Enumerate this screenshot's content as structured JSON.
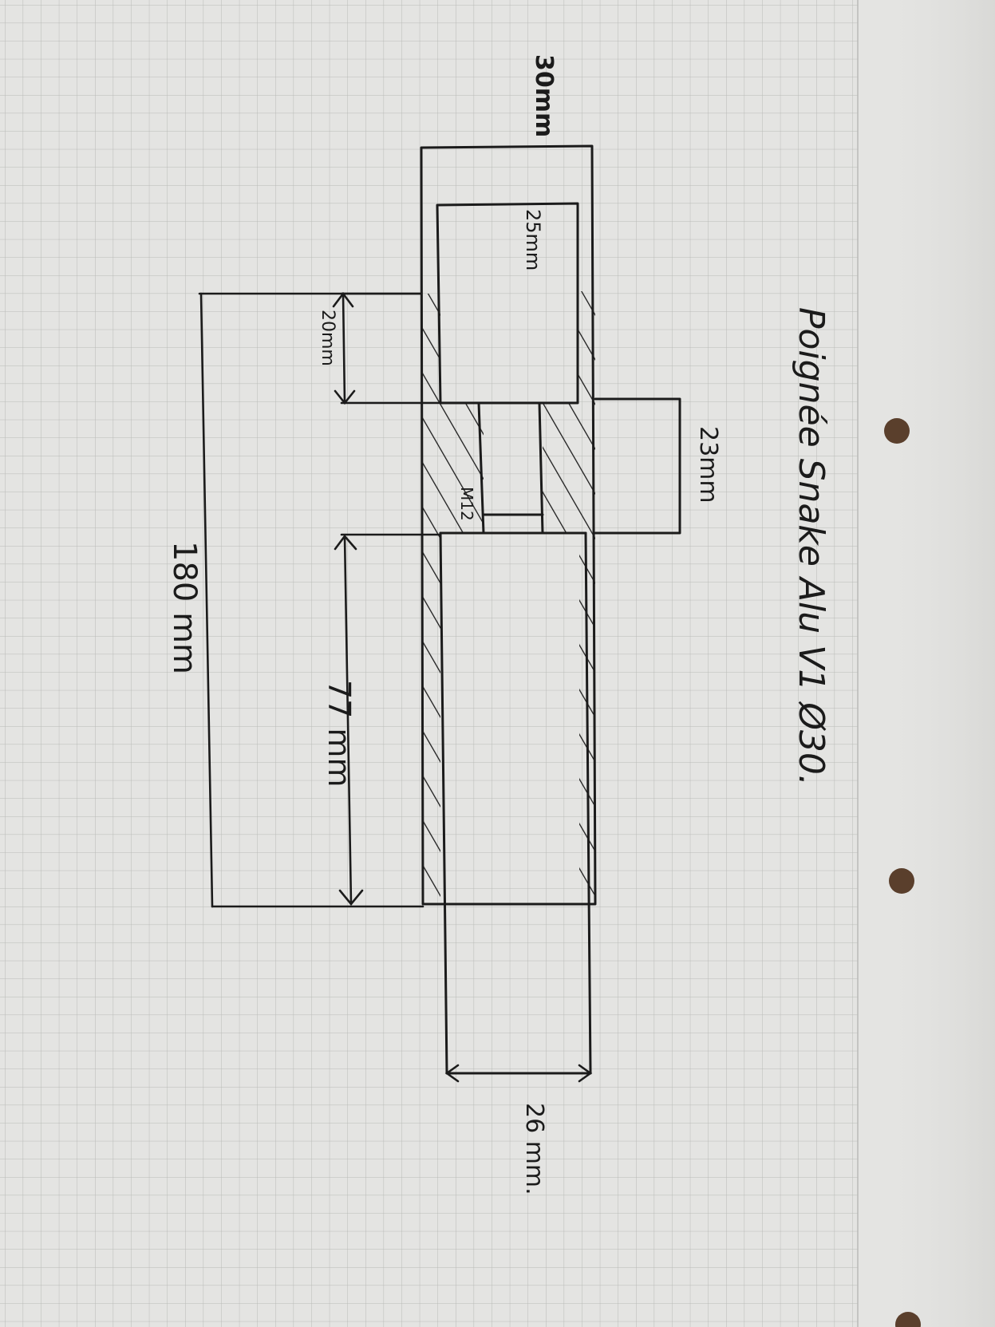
{
  "title": "Poignée Snake Alu V1 Ø30.",
  "dimensions": {
    "outer_diameter": "30mm",
    "inner_diameter": "25mm",
    "collar_depth": "20mm",
    "collar_width": "23mm",
    "small_bore": "M12",
    "tube_length": "77 mm",
    "total_length": "180 mm",
    "shaft_width": "26 mm."
  },
  "colors": {
    "paper": "#e4e4e2",
    "grid": "#b9bab7",
    "ink": "#1b1b1b",
    "hole": "#5a3f2c"
  }
}
